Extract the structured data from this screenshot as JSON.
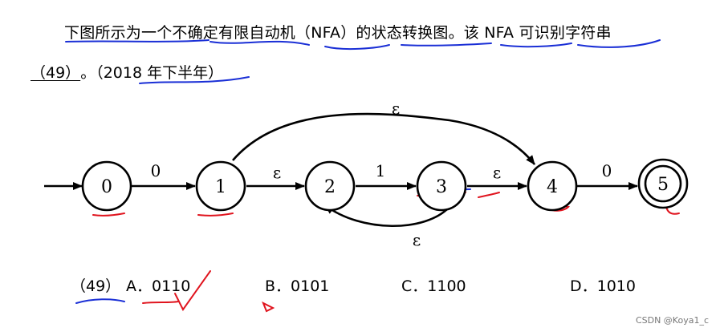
{
  "question": {
    "line1_prefix": "下图所示为一个不确定有限自动机（NFA）的状态转换图。该 NFA 可识别字符串",
    "line1_blank_start": " ",
    "blank": "（49）",
    "line2_suffix": "。（2018 年下半年）"
  },
  "diagram": {
    "states": [
      "0",
      "1",
      "2",
      "3",
      "4",
      "5"
    ],
    "edges": {
      "e01": "0",
      "e12": "ε",
      "e23": "1",
      "e34": "ε",
      "e45": "0",
      "e14": "ε",
      "e32": "ε"
    }
  },
  "options": {
    "number": "（49）",
    "a": "A．0110",
    "b": "B．0101",
    "c": "C．1100",
    "d": "D．1010"
  },
  "watermark": "CSDN @Koya1_c",
  "annotation_colors": {
    "blue": "#1a2fd6",
    "red": "#e0141e"
  }
}
